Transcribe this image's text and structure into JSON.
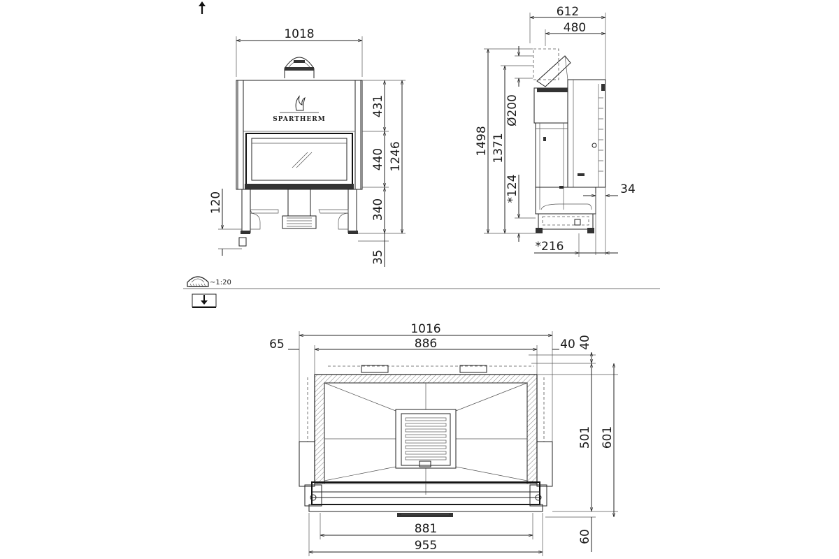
{
  "brand": "SPARTHERM",
  "scale_label": "~1:20",
  "front_view": {
    "width": "1018",
    "heights": {
      "top": "431",
      "glass": "440",
      "base": "340",
      "total": "1246",
      "leg": "35",
      "left": "120"
    }
  },
  "side_view": {
    "depth_total": "612",
    "depth_body": "480",
    "height_total": "1498",
    "height_flue": "1371",
    "flue_diameter": "Ø200",
    "air_inlet": "*124",
    "offset_right": "34",
    "bottom_offset": "*216"
  },
  "plan_view": {
    "width_total": "1016",
    "width_inner": "886",
    "left_offset": "65",
    "right_offset": "40",
    "top_offset": "40",
    "depth_inner": "501",
    "depth_total": "601",
    "front_offset": "60",
    "glass_width": "881",
    "frame_width": "955"
  },
  "colors": {
    "line": "#222222",
    "background": "#ffffff"
  }
}
